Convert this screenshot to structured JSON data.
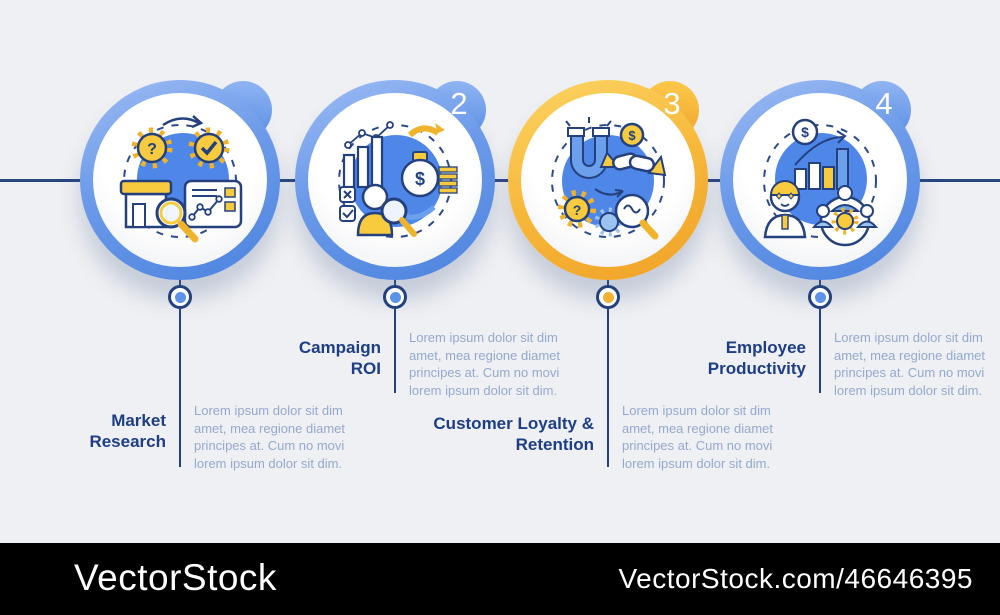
{
  "watermark": {
    "brand": "VectorStock",
    "url_text": "VectorStock.com/46646395",
    "bar_color": "#000000"
  },
  "timeline": {
    "line_color": "#27457f"
  },
  "colors": {
    "background": "#eff0f3",
    "navy_outline": "#24417e",
    "title_text": "#1d3e86",
    "body_text": "#93a9cf",
    "blue_accent": "#4d84e0",
    "yellow_accent": "#f0a227",
    "icon_yellow": "#f8ca3d",
    "icon_blue_blob": "#4f87e8"
  },
  "steps": [
    {
      "number": "",
      "accent": "blue",
      "dot_color": "#5b93e8",
      "icon": "market-research-icon",
      "title": "Market Research",
      "description": "Lorem ipsum dolor sit dim amet, mea regione diamet principes at. Cum no movi lorem ipsum dolor sit dim."
    },
    {
      "number": "2",
      "accent": "blue",
      "dot_color": "#5b93e8",
      "icon": "campaign-roi-icon",
      "title": "Campaign ROI",
      "description": "Lorem ipsum dolor sit dim amet, mea regione diamet principes at. Cum no movi lorem ipsum dolor sit dim."
    },
    {
      "number": "3",
      "accent": "yellow",
      "dot_color": "#f2b135",
      "icon": "customer-loyalty-retention-icon",
      "title": "Customer Loyalty & Retention",
      "description": "Lorem ipsum dolor sit dim amet, mea regione diamet principes at. Cum no movi lorem ipsum dolor sit dim."
    },
    {
      "number": "4",
      "accent": "blue",
      "dot_color": "#5b93e8",
      "icon": "employee-productivity-icon",
      "title": "Employee Productivity",
      "description": "Lorem ipsum dolor sit dim amet, mea regione diamet principes at. Cum no movi lorem ipsum dolor sit dim."
    }
  ]
}
